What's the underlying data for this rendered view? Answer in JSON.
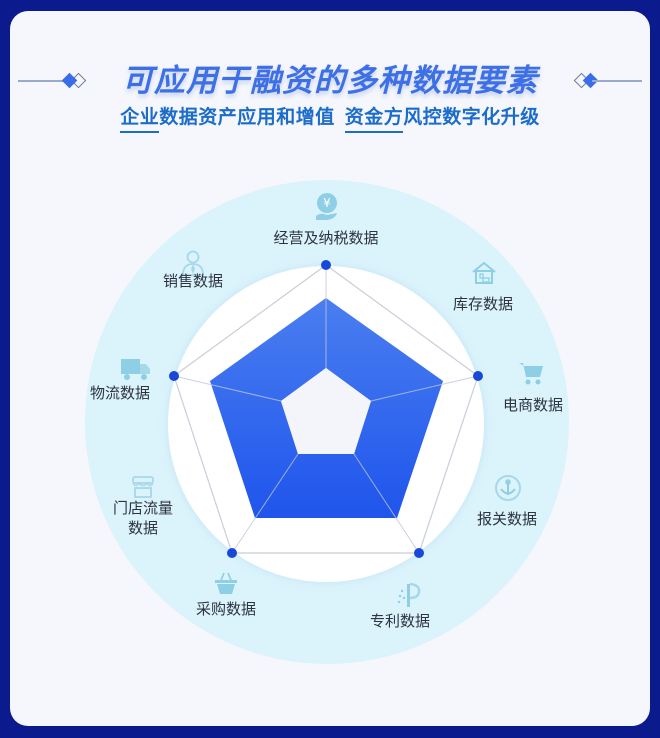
{
  "header": {
    "title": "可应用于融资的多种数据要素",
    "subtitle": {
      "part1_underlined": "企业",
      "part1_rest": "数据资产应用和增值",
      "part2_underlined": "资金方",
      "part2_rest": "风控数字化升级"
    }
  },
  "colors": {
    "frame": "#0b1a8c",
    "card": "#f5f7fc",
    "title": "#3d6fe6",
    "subtitle": "#1c6cc9",
    "radar_fill": "#2f62ec",
    "radar_dot": "#1848d8",
    "outer_ring": "#dbf3fb",
    "icon": "#8ecfe6"
  },
  "radar": {
    "axes": [
      "经营及纳税数据",
      "电商数据",
      "专利数据",
      "采购数据",
      "物流数据"
    ],
    "outer_ring_level": 1.0,
    "filled_outer_level": 0.79,
    "filled_inner_level": 0.36
  },
  "items": [
    {
      "label": "经营及纳税数据",
      "icon": "yuan-hand-icon"
    },
    {
      "label": "库存数据",
      "icon": "warehouse-icon"
    },
    {
      "label": "电商数据",
      "icon": "shopping-cart-icon"
    },
    {
      "label": "报关数据",
      "icon": "anchor-icon"
    },
    {
      "label": "专利数据",
      "icon": "patent-icon"
    },
    {
      "label": "采购数据",
      "icon": "basket-icon"
    },
    {
      "label": "门店流量",
      "label_line2": "数据",
      "icon": "storefront-icon"
    },
    {
      "label": "物流数据",
      "icon": "truck-icon"
    },
    {
      "label": "销售数据",
      "icon": "salesperson-icon"
    }
  ]
}
